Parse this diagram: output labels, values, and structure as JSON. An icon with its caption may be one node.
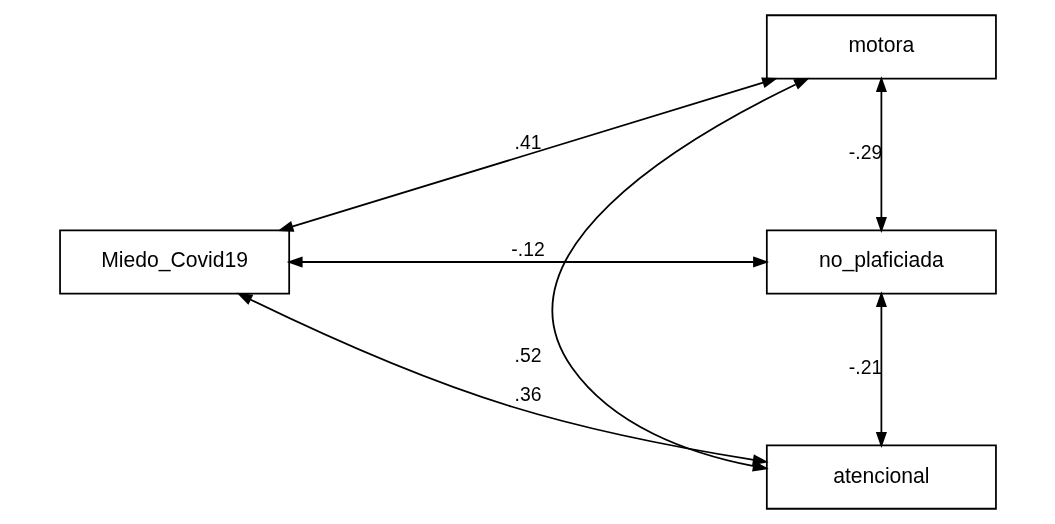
{
  "diagram": {
    "nodes": [
      {
        "text": [
          "Miedo_Covid19"
        ]
      },
      {
        "text": [
          "motora"
        ]
      },
      {
        "text": [
          "no_plaficiada"
        ]
      },
      {
        "text": [
          "atencional"
        ]
      }
    ],
    "edges": [
      {
        "from": 0,
        "to": 1,
        "arrow": "both",
        "label": ".41"
      },
      {
        "from": 0,
        "to": 2,
        "arrow": "both",
        "label": "-.12"
      },
      {
        "from": 0,
        "to": 3,
        "arrow": "both",
        "label": ".36"
      },
      {
        "from": 1,
        "to": 2,
        "arrow": "both",
        "label": "-.29"
      },
      {
        "from": 2,
        "to": 3,
        "arrow": "both",
        "label": "-.21"
      },
      {
        "from": 1,
        "to": 3,
        "arrow": "both",
        "label": ".52"
      }
    ]
  }
}
